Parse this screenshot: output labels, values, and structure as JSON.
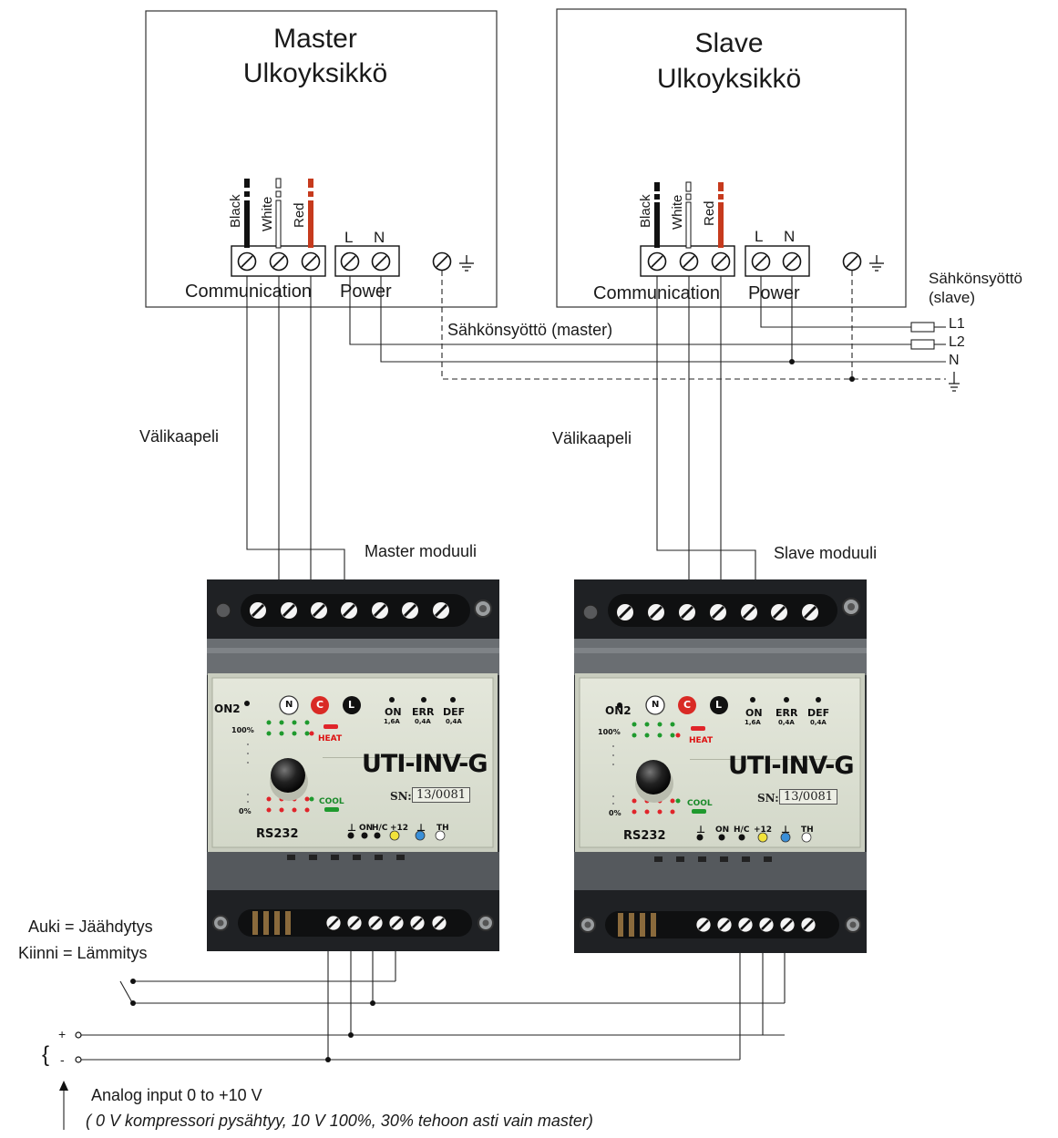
{
  "master_unit": {
    "line1": "Master",
    "line2": "Ulkoyksikkö"
  },
  "slave_unit": {
    "line1": "Slave",
    "line2": "Ulkoyksikkö"
  },
  "wires": {
    "black": "Black",
    "white": "White",
    "red": "Red"
  },
  "terminals": {
    "l": "L",
    "n": "N",
    "communication": "Communication",
    "power": "Power"
  },
  "supply": {
    "master": "Sähkönsyöttö (master)",
    "slave_line1": "Sähkönsyöttö",
    "slave_line2": "(slave)",
    "l1": "L1",
    "l2": "L2",
    "n": "N"
  },
  "cable": {
    "left": "Välikaapeli",
    "right": "Välikaapeli"
  },
  "modules": {
    "master_label": "Master moduuli",
    "slave_label": "Slave moduuli",
    "title": "UTI-INV-G",
    "sn_label": "SN:",
    "sn_value": "13/0081",
    "on2": "ON2",
    "n": "N",
    "c": "C",
    "l": "L",
    "on": "ON",
    "on_rating": "1,6A",
    "err": "ERR",
    "err_rating": "0,4A",
    "def": "DEF",
    "def_rating": "0,4A",
    "p100": "100%",
    "p0": "0%",
    "heat": "HEAT",
    "cool": "COOL",
    "rs232": "RS232",
    "bt_gnd": "⊥",
    "bt_on": "ON",
    "bt_hc": "H/C",
    "bt_12": "+12",
    "bt_gnd2": "⊥",
    "bt_th": "TH"
  },
  "switch": {
    "open": "Auki = Jäähdytys",
    "closed": "Kiinni = Lämmitys"
  },
  "analog": {
    "plus": "+",
    "minus": "-",
    "title": "Analog input 0 to +10 V",
    "note": "( 0 V kompressori pysähtyy, 10 V 100%, 30% tehoon asti vain master)"
  },
  "colors": {
    "wire_red": "#c63a1d",
    "led_green": "#1f9a2e",
    "led_red": "#e0242a",
    "led_yellow": "#f2e33a",
    "led_blue": "#3a8fd8"
  }
}
